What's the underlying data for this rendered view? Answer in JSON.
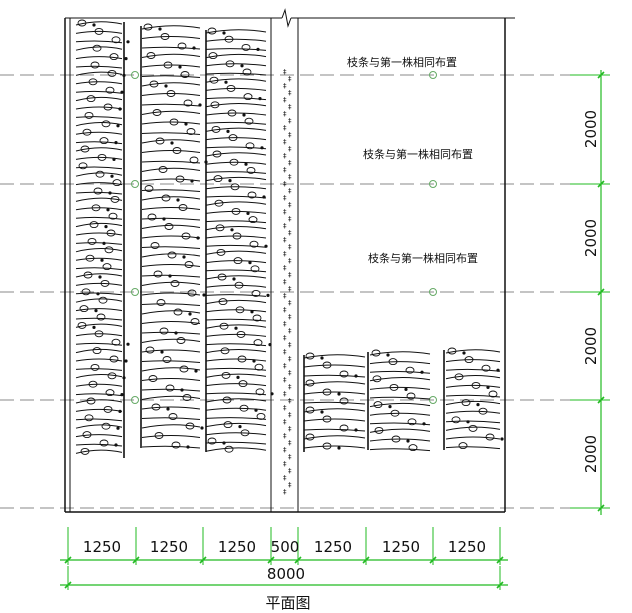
{
  "drawing": {
    "notes": [
      "枝条与第一株相同布置",
      "枝条与第一株相同布置",
      "枝条与第一株相同布置"
    ],
    "horizontal_dimensions": [
      "1250",
      "1250",
      "1250",
      "500",
      "1250",
      "1250",
      "1250"
    ],
    "overall_dimension": "8000",
    "vertical_dimensions": [
      "2000",
      "2000",
      "2000",
      "2000"
    ],
    "title": "平面图",
    "dimension_color": "#22bb22",
    "line_color": "#111111"
  }
}
